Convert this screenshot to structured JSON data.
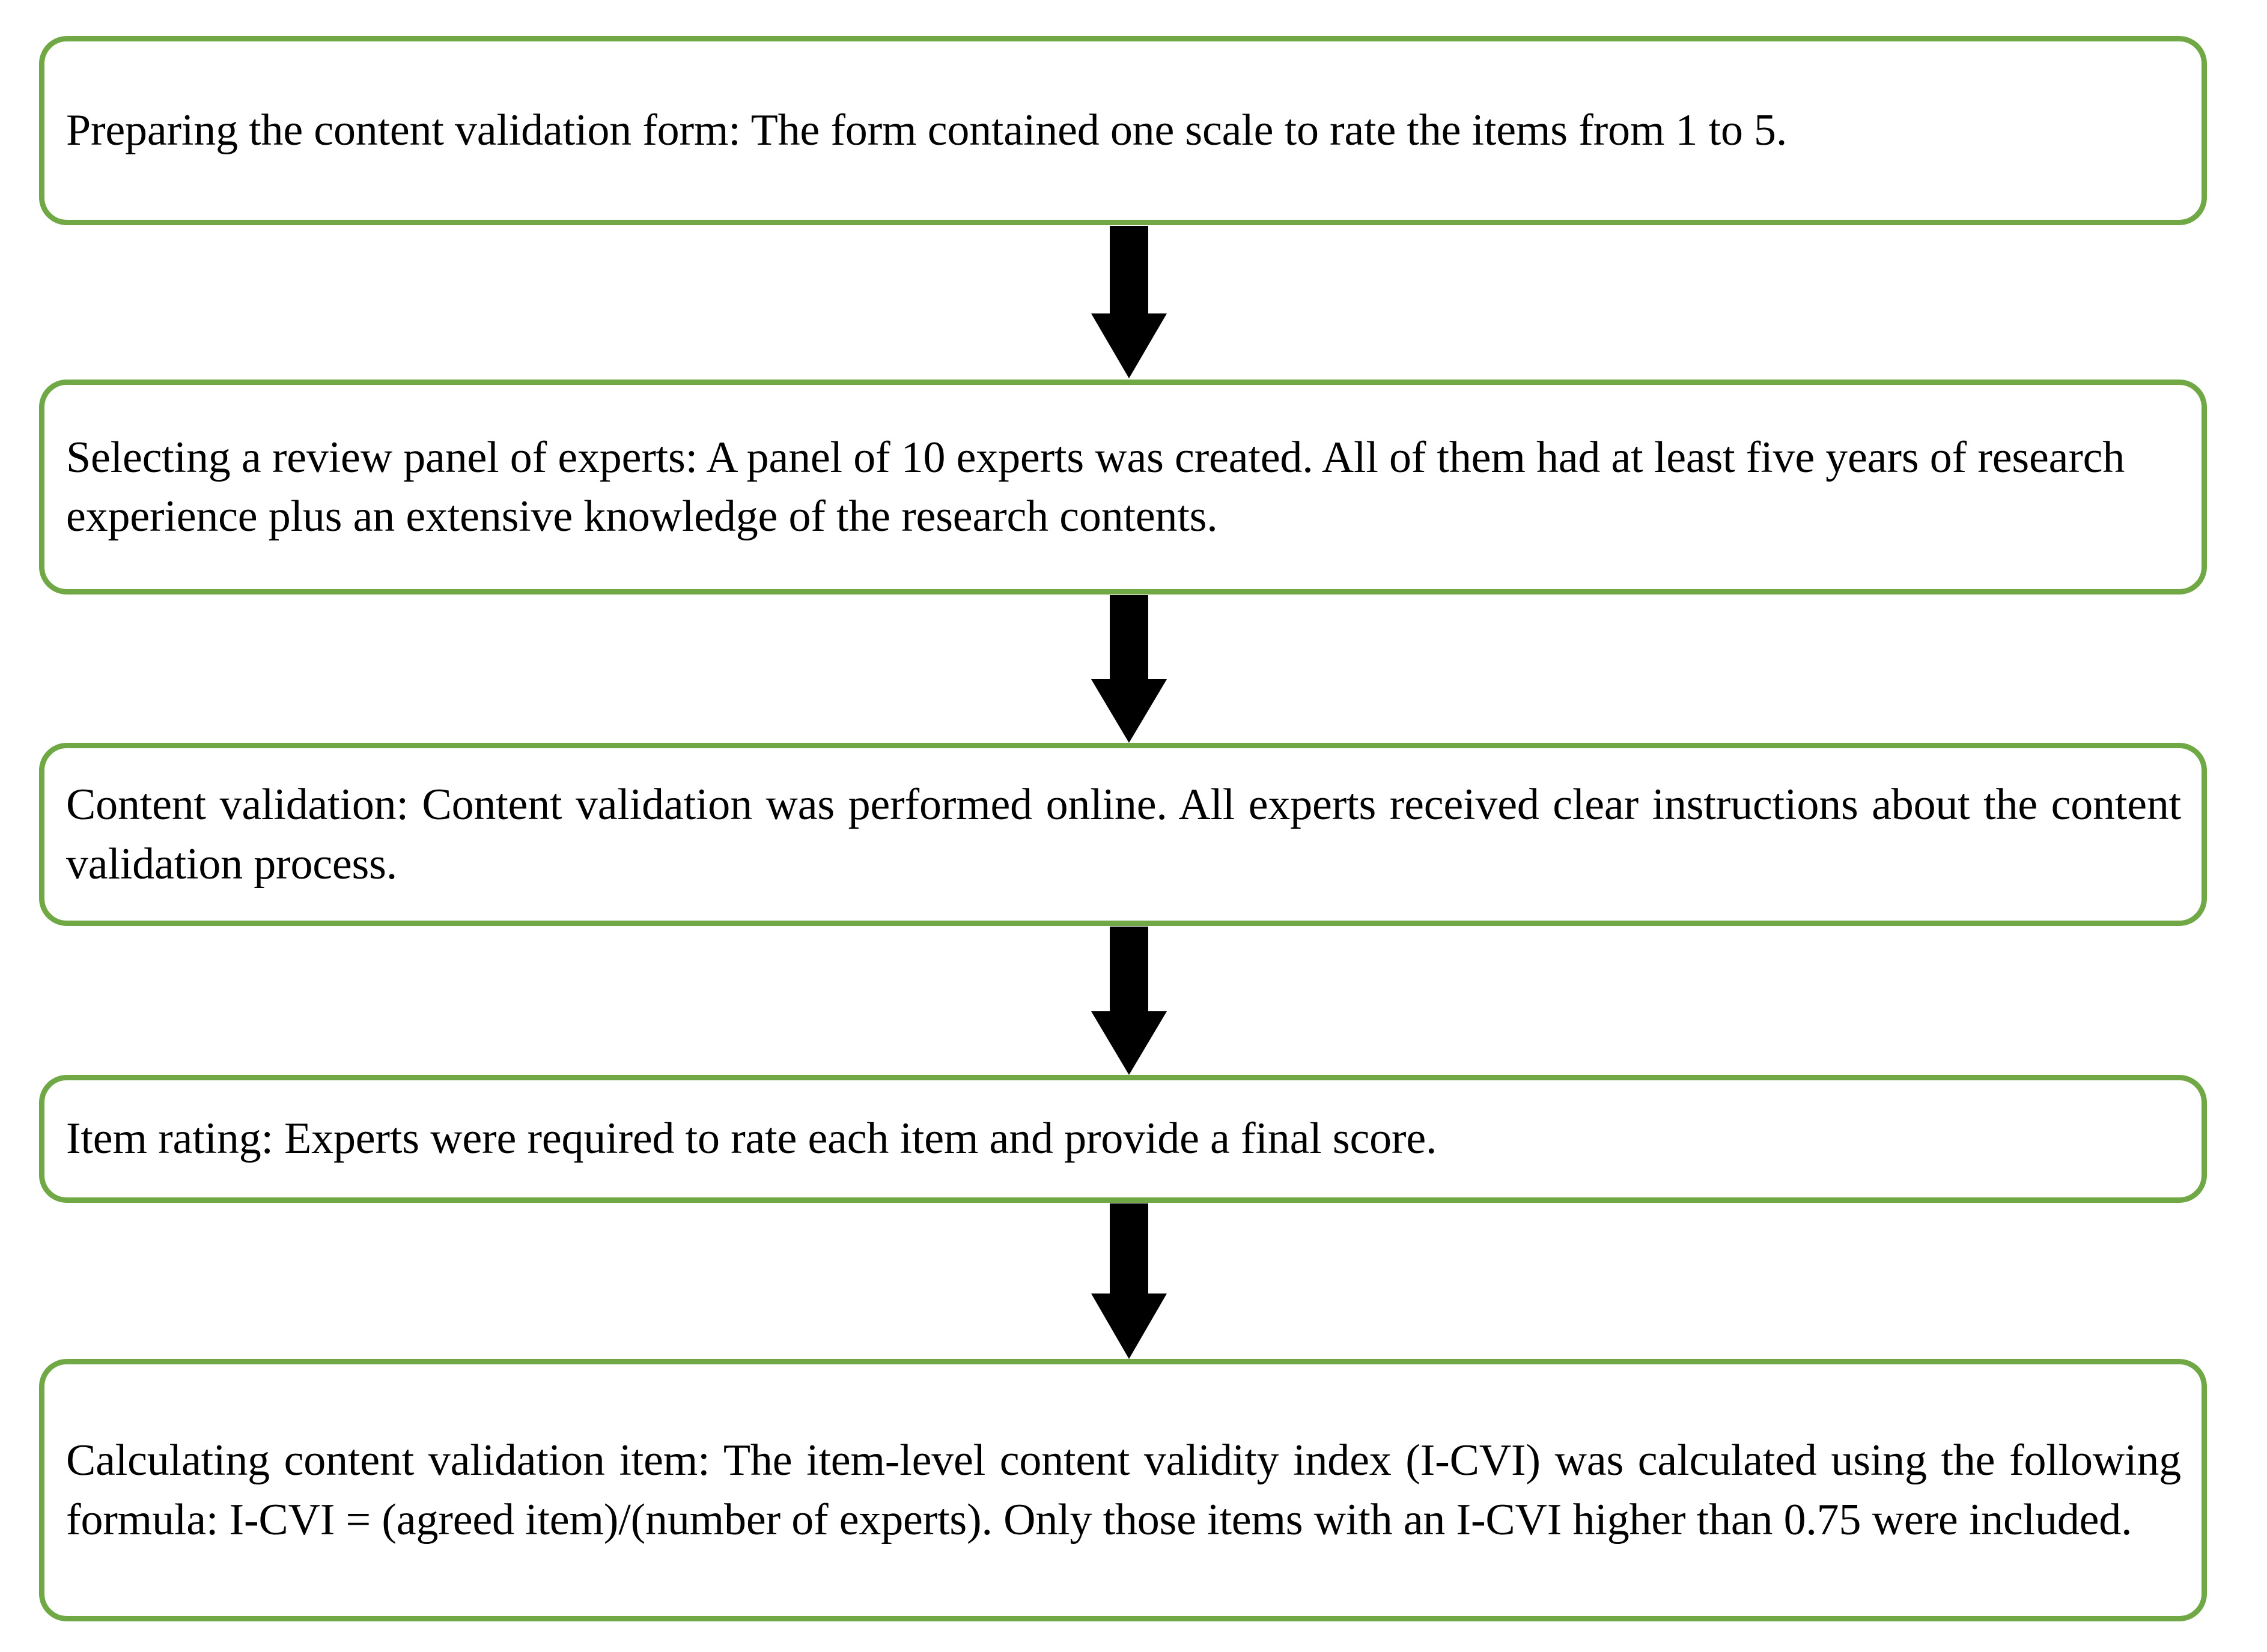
{
  "diagram": {
    "title": "Content validation process flowchart",
    "accent_color": "#6FA844",
    "arrow_color": "#000000",
    "background_color": "#FFFFFF",
    "text_color": "#000000",
    "orientation": "vertical-top-to-bottom",
    "node_count": 5,
    "connector_count": 4,
    "nodes": [
      {
        "id": "step-1",
        "name": "preparing-the-content-validation-form",
        "label": "Preparing the content validation form: The form contained one scale to rate the items from 1 to 5.",
        "align": "left"
      },
      {
        "id": "step-2",
        "name": "selecting-a-review-panel-of-experts",
        "label": "Selecting a review panel of experts: A panel of 10 experts was created. All of them had at least five years of research experience plus an extensive knowledge of the research contents.",
        "align": "left"
      },
      {
        "id": "step-3",
        "name": "content-validation",
        "label": "Content validation: Content validation was performed online. All experts received clear instructions about the content validation process.",
        "align": "justify"
      },
      {
        "id": "step-4",
        "name": "item-rating",
        "label": "Item rating: Experts were required to rate each item and provide a final score.",
        "align": "left"
      },
      {
        "id": "step-5",
        "name": "calculating-content-validation-item",
        "label": "Calculating content validation item: The item-level content validity index (I-CVI) was calculated using the following formula: I-CVI = (agreed item)/(number of experts). Only those items with an I-CVI higher than 0.75 were included.",
        "align": "justify"
      }
    ],
    "connectors": [
      {
        "id": "arrow-1",
        "name": "arrow-step1-to-step2",
        "from": "step-1",
        "to": "step-2",
        "direction": "down"
      },
      {
        "id": "arrow-2",
        "name": "arrow-step2-to-step3",
        "from": "step-2",
        "to": "step-3",
        "direction": "down"
      },
      {
        "id": "arrow-3",
        "name": "arrow-step3-to-step4",
        "from": "step-3",
        "to": "step-4",
        "direction": "down"
      },
      {
        "id": "arrow-4",
        "name": "arrow-step4-to-step5",
        "from": "step-4",
        "to": "step-5",
        "direction": "down"
      }
    ]
  }
}
